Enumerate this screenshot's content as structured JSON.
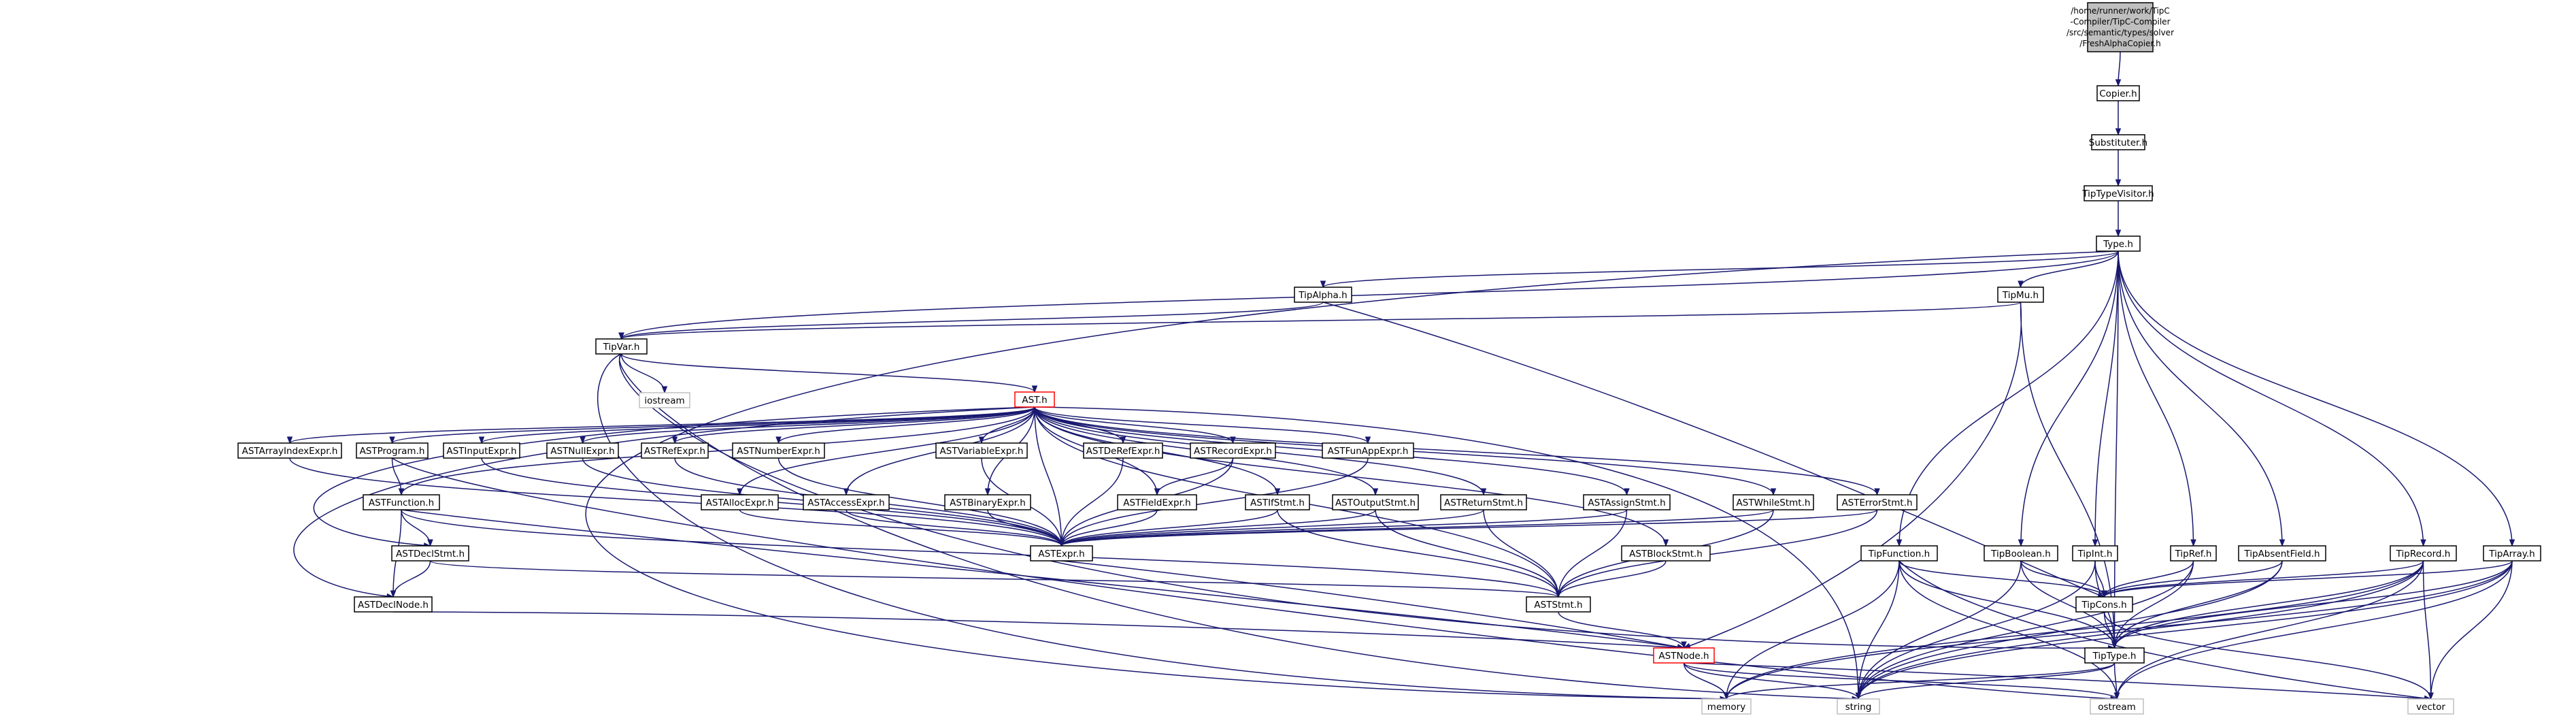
{
  "graph": {
    "root": {
      "lines": [
        "/home/runner/work/TipC",
        "-Compiler/TipC-Compiler",
        "/src/semantic/types/solver",
        "/FreshAlphaCopier.h"
      ]
    },
    "nodes": {
      "copier": "Copier.h",
      "substituter": "Substituter.h",
      "tiptypevisitor": "TipTypeVisitor.h",
      "type": "Type.h",
      "tipalpha": "TipAlpha.h",
      "tipmu": "TipMu.h",
      "tipvar": "TipVar.h",
      "iostream": "iostream",
      "ast": "AST.h",
      "astarrayindexexpr": "ASTArrayIndexExpr.h",
      "astprogram": "ASTProgram.h",
      "astinputexpr": "ASTInputExpr.h",
      "astnullexpr": "ASTNullExpr.h",
      "astrefexpr": "ASTRefExpr.h",
      "astnumberexpr": "ASTNumberExpr.h",
      "astvariableexpr": "ASTVariableExpr.h",
      "astderefexpr": "ASTDeRefExpr.h",
      "astrecordexpr": "ASTRecordExpr.h",
      "astfunappexpr": "ASTFunAppExpr.h",
      "astfunction": "ASTFunction.h",
      "astallocexpr": "ASTAllocExpr.h",
      "astaccessexpr": "ASTAccessExpr.h",
      "astbinaryexpr": "ASTBinaryExpr.h",
      "astfieldexpr": "ASTFieldExpr.h",
      "astifstmt": "ASTIfStmt.h",
      "astoutputstmt": "ASTOutputStmt.h",
      "astreturnstmt": "ASTReturnStmt.h",
      "astassignstmt": "ASTAssignStmt.h",
      "astwhilestmt": "ASTWhileStmt.h",
      "asterrorstmt": "ASTErrorStmt.h",
      "astdeclstmt": "ASTDeclStmt.h",
      "astexpr": "ASTExpr.h",
      "astblockstmt": "ASTBlockStmt.h",
      "astdeclnode": "ASTDeclNode.h",
      "aststmt": "ASTStmt.h",
      "astnode": "ASTNode.h",
      "tipfunction": "TipFunction.h",
      "tipboolean": "TipBoolean.h",
      "tipint": "TipInt.h",
      "tipref": "TipRef.h",
      "tipabsentfield": "TipAbsentField.h",
      "tiprecord": "TipRecord.h",
      "tiparray": "TipArray.h",
      "tipcons": "TipCons.h",
      "tiptype": "TipType.h",
      "memory": "memory",
      "string": "string",
      "ostream": "ostream",
      "vector": "vector"
    }
  },
  "colors": {
    "edge": "#191970",
    "root_fill": "#bfbfbf",
    "truncated_border": "#ff0000",
    "system_border": "#bfbfbf"
  }
}
